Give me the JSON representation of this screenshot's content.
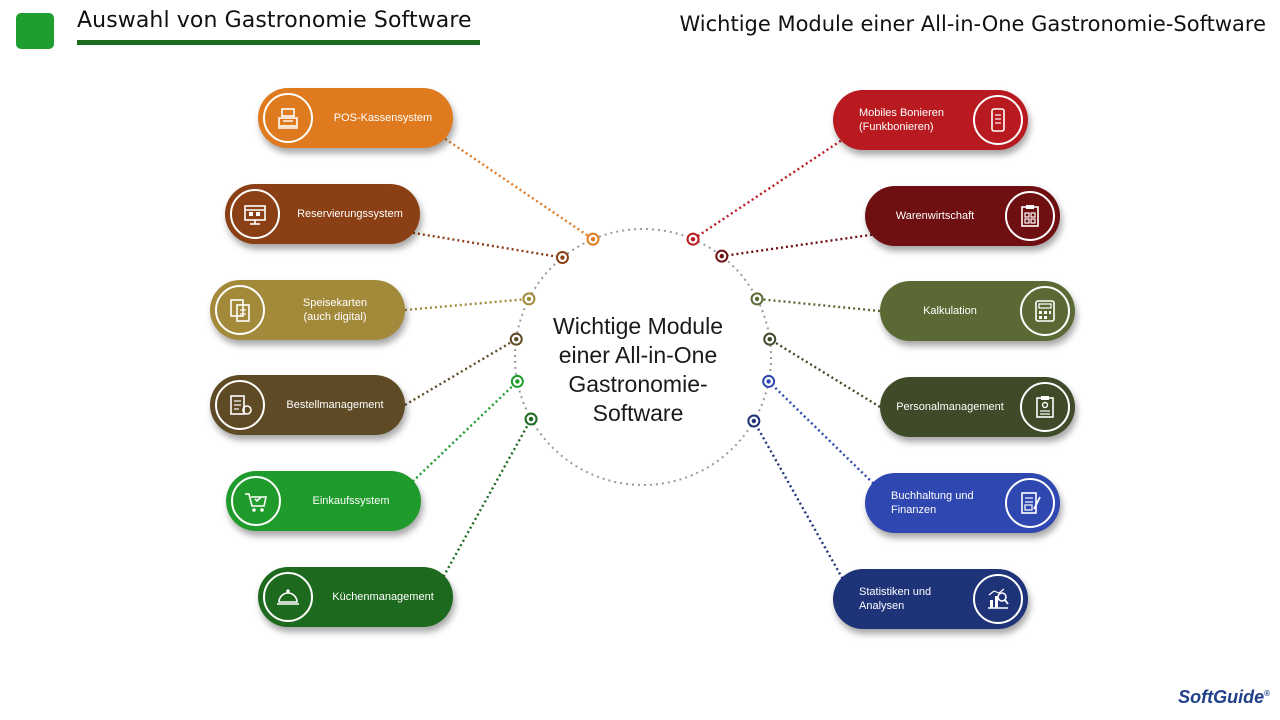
{
  "header": {
    "left_title": "Auswahl von Gastronomie Software",
    "right_title": "Wichtige Module einer All-in-One Gastronomie-Software",
    "accent": "#1e9e2e"
  },
  "center": {
    "line1": "Wichtige Module",
    "line2": "einer All-in-One",
    "line3": "Gastronomie-",
    "line4": "Software"
  },
  "modules_left": [
    {
      "line1": "POS-Kassensystem",
      "line2": "",
      "color": "#e07a1f",
      "icon": "cash-register-icon"
    },
    {
      "line1": "Reservierungssystem",
      "line2": "",
      "color": "#8b3f14",
      "icon": "reservation-calendar-icon"
    },
    {
      "line1": "Speisekarten",
      "line2": "(auch digital)",
      "color": "#a38a3a",
      "icon": "menu-cards-icon"
    },
    {
      "line1": "Bestellmanagement",
      "line2": "",
      "color": "#5e4a25",
      "icon": "order-clipboard-icon"
    },
    {
      "line1": "Einkaufssystem",
      "line2": "",
      "color": "#1f9b2b",
      "icon": "shopping-cart-icon"
    },
    {
      "line1": "Küchenmanagement",
      "line2": "",
      "color": "#1d6a1f",
      "icon": "kitchen-cloche-icon"
    }
  ],
  "modules_right": [
    {
      "line1": "Mobiles Bonieren",
      "line2": "(Funkbonieren)",
      "color": "#b81a1f",
      "icon": "mobile-phone-icon"
    },
    {
      "line1": "Warenwirtschaft",
      "line2": "",
      "color": "#6e0f12",
      "icon": "inventory-clipboard-icon"
    },
    {
      "line1": "Kalkulation",
      "line2": "",
      "color": "#5b6a35",
      "icon": "calculator-icon"
    },
    {
      "line1": "Personalmanagement",
      "line2": "",
      "color": "#3f4a29",
      "icon": "staff-clipboard-icon"
    },
    {
      "line1": "Buchhaltung und",
      "line2": "Finanzen",
      "color": "#2f47b0",
      "icon": "accounting-document-icon"
    },
    {
      "line1": "Statistiken und",
      "line2": "Analysen",
      "color": "#1f3378",
      "icon": "analytics-chart-icon"
    }
  ],
  "brand": {
    "name": "SoftGuide",
    "mark": "®"
  }
}
